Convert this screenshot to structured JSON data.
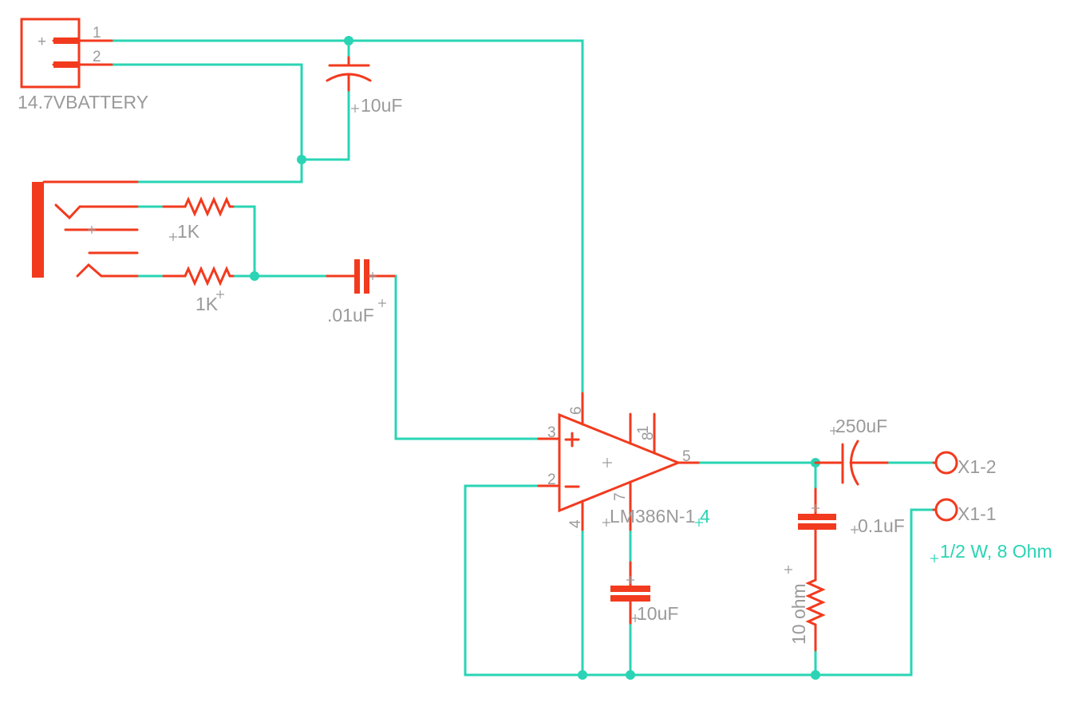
{
  "colors": {
    "wire": "#2ad4b4",
    "component": "#f23a1e",
    "label": "#9a9a9a",
    "accent_label": "#2ad4b4",
    "background": "#ffffff"
  },
  "battery": {
    "name": "14.7VBATTERY",
    "pin1": "1",
    "pin2": "2",
    "plus": "+"
  },
  "components": {
    "c_supply": "10uF",
    "r_left": "1K",
    "r_right": "1K",
    "c_input": ".01uF",
    "opamp_name": "LM386N-1",
    "opamp_suffix": "4",
    "c_bypass": "10uF",
    "c_output": "250uF",
    "c_zobel": "0.1uF",
    "r_zobel": "10 ohm",
    "speaker_pin2": "X1-2",
    "speaker_pin1": "X1-1",
    "speaker_value": "1/2 W, 8 Ohm"
  },
  "opamp_pins": {
    "p6": "6",
    "p3": "3",
    "p2": "2",
    "p1": "1",
    "p8": "8",
    "p5": "5",
    "p7": "7",
    "p4": "4",
    "plus": "+",
    "minus": "−",
    "center": "+"
  },
  "icons": [
    "battery-symbol",
    "audio-jack-symbol",
    "resistor-symbol",
    "capacitor-symbol",
    "electrolytic-capacitor-symbol",
    "opamp-symbol",
    "speaker-terminal-symbol",
    "junction-dot"
  ]
}
